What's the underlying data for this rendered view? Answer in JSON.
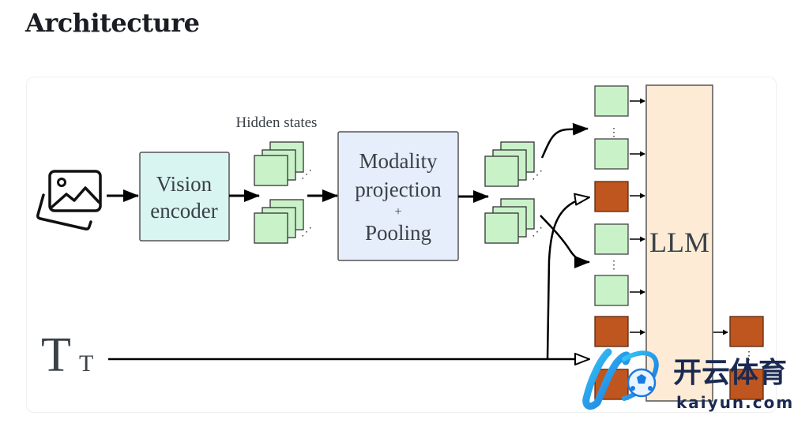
{
  "page": {
    "heading": "Architecture"
  },
  "diagram": {
    "hidden_states_label": "Hidden states",
    "vision_encoder": {
      "line1": "Vision",
      "line2": "encoder"
    },
    "modality_projection": {
      "line1": "Modality",
      "line2": "projection",
      "plus": "+",
      "line3": "Pooling"
    },
    "llm_label": "LLM",
    "text_input_big": "T",
    "text_input_small": "T",
    "colors": {
      "vision_fill": "#d9f5f2",
      "projection_fill": "#e6eefb",
      "llm_fill": "#fdebd6",
      "image_token_fill": "#c9f2c9",
      "text_token_fill": "#c0561f",
      "box_stroke": "#555555"
    },
    "input_sequence": [
      "image-token",
      "ellipsis",
      "image-token",
      "text-token",
      "image-token",
      "ellipsis",
      "image-token",
      "text-token",
      "text-token"
    ],
    "output_sequence": [
      "text-token",
      "ellipsis",
      "text-token"
    ]
  },
  "watermark": {
    "chinese": "开云体育",
    "domain": "kaiyun.com"
  }
}
